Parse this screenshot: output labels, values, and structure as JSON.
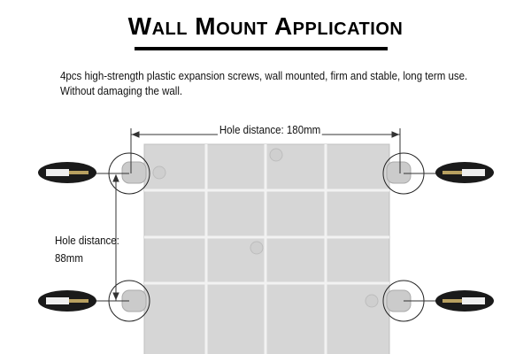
{
  "title": "Wall Mount Application",
  "description": [
    "4pcs high-strength plastic expansion screws, wall mounted, firm and stable, long term use.",
    "Without damaging the wall."
  ],
  "horizontal_label": "Hole distance: 180mm",
  "vertical_label": [
    "Hole distance:",
    "88mm"
  ],
  "colors": {
    "box": "#d6d6d6",
    "box_edge": "#c2c2c2",
    "screw_bg": "#1a1a1a"
  }
}
